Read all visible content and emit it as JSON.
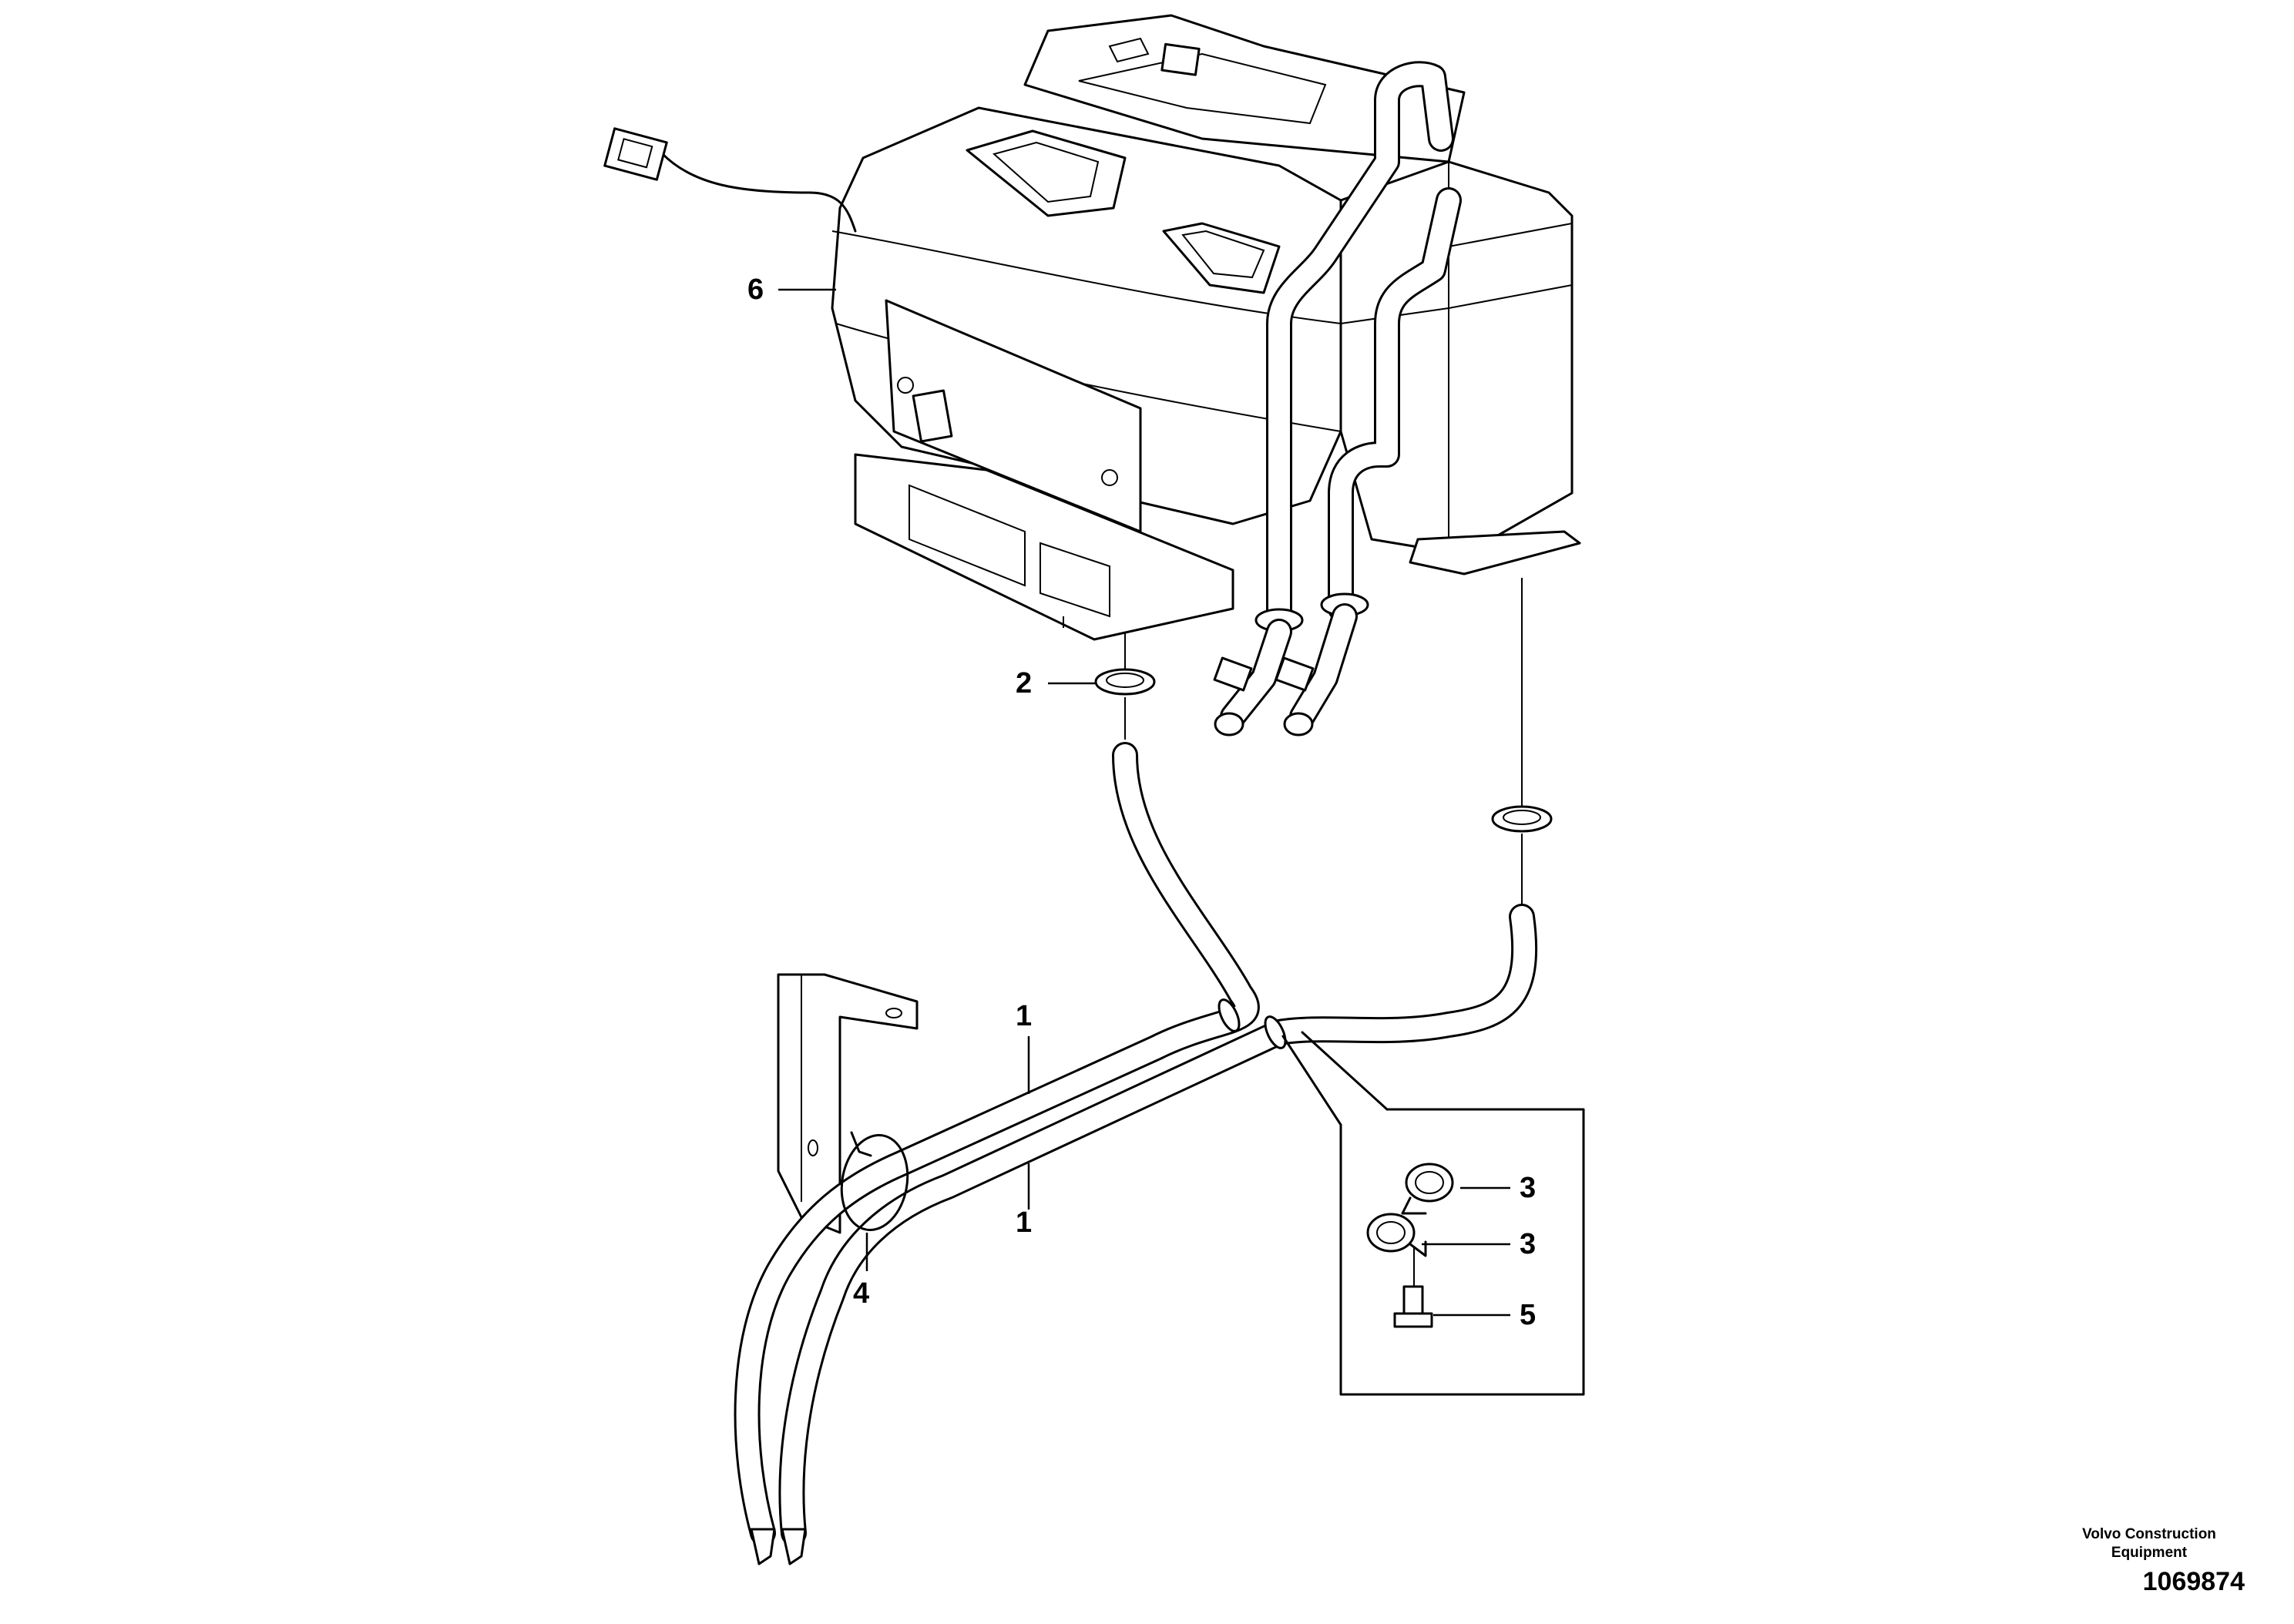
{
  "callouts": {
    "c6": "6",
    "c2": "2",
    "c1_upper": "1",
    "c1_lower": "1",
    "c4": "4",
    "c3_upper": "3",
    "c3_lower": "3",
    "c5": "5"
  },
  "footer": {
    "company": "Volvo Construction Equipment",
    "part_number": "1069874"
  }
}
